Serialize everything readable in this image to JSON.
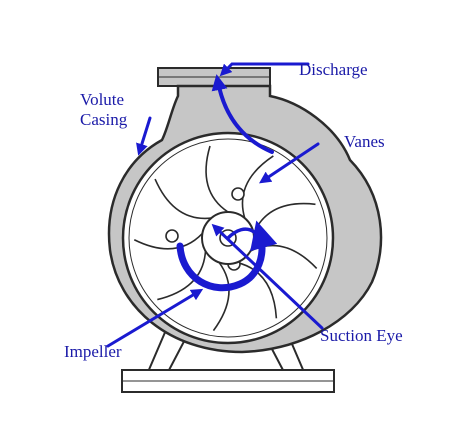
{
  "labels": {
    "discharge": "Discharge",
    "volute_line1": "Volute",
    "volute_line2": "Casing",
    "vanes": "Vanes",
    "impeller": "Impeller",
    "suction_eye": "Suction Eye"
  },
  "colors": {
    "casing_fill": "#c6c6c6",
    "outline": "#2b2b2b",
    "arrow": "#1a1ad0",
    "label": "#1a1aa8",
    "background": "#ffffff"
  }
}
